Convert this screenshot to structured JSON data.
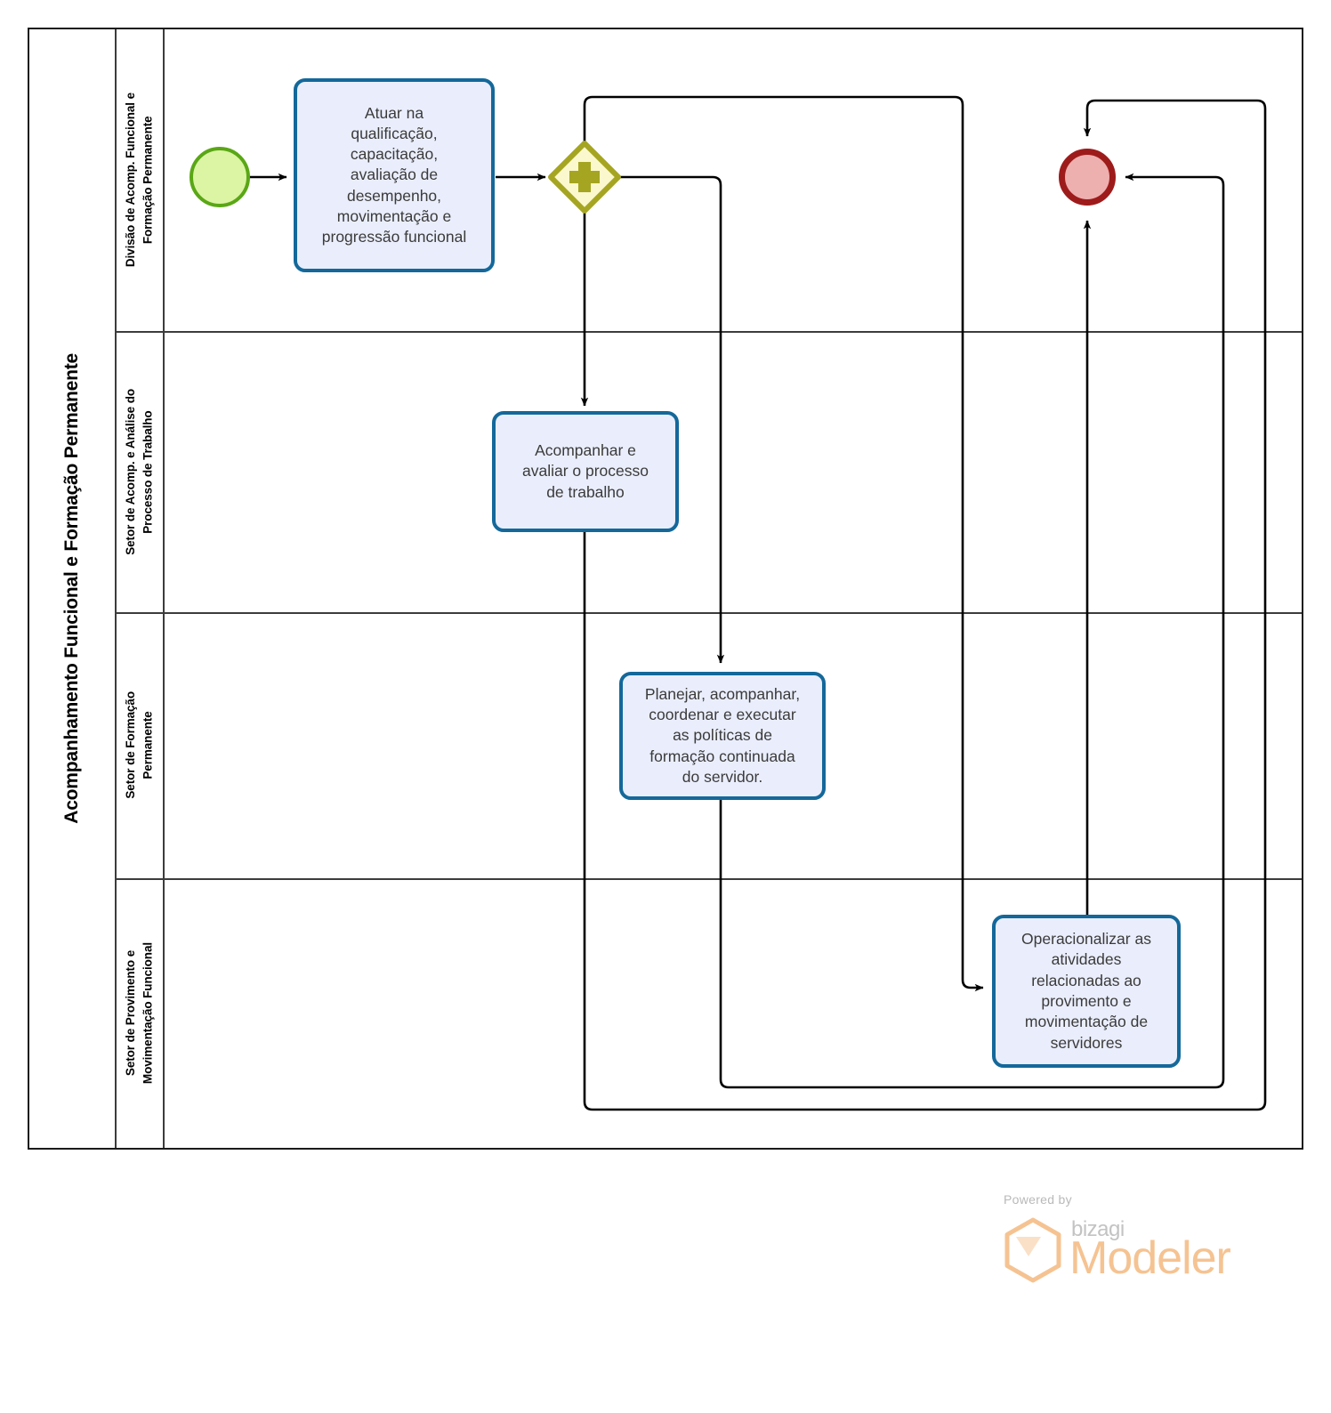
{
  "pool": {
    "title": "Acompanhamento Funcional e Formação Permanente"
  },
  "lanes": [
    {
      "id": "lane-divisao",
      "label": "Divisão de Acomp. Funcional e\nFormação Permanente"
    },
    {
      "id": "lane-setor-acomp",
      "label": "Setor de Acomp. e Análise do\nProcesso de Trabalho"
    },
    {
      "id": "lane-formacao",
      "label": "Setor de Formação\nPermanente"
    },
    {
      "id": "lane-provimento",
      "label": "Setor de Provimento e\nMovimentação Funcional"
    }
  ],
  "events": {
    "start": {
      "name": "start-event",
      "fill": "#dbf5a4",
      "stroke": "#5aa716"
    },
    "end": {
      "name": "end-event",
      "fill": "#eeafaf",
      "stroke": "#9e1b1b"
    }
  },
  "gateway": {
    "name": "parallel-gateway",
    "type": "parallel",
    "symbol": "+",
    "fill": "#fbf8cd",
    "stroke": "#a5a522"
  },
  "tasks": [
    {
      "id": "task-atuar",
      "lane": "lane-divisao",
      "label": "Atuar na\nqualificação,\ncapacitação,\navaliação de\ndesempenho,\nmovimentação e\nprogressão funcional"
    },
    {
      "id": "task-acompanhar",
      "lane": "lane-setor-acomp",
      "label": "Acompanhar e\navaliar o processo\nde trabalho"
    },
    {
      "id": "task-planejar",
      "lane": "lane-formacao",
      "label": "Planejar, acompanhar,\ncoordenar e executar\nas políticas de\nformação continuada\ndo servidor."
    },
    {
      "id": "task-operacionalizar",
      "lane": "lane-provimento",
      "label": "Operacionalizar as\natividades\nrelacionadas ao\nprovimento e\nmovimentação de\nservidores"
    }
  ],
  "logo": {
    "powered_by": "Powered by",
    "brand": "bizagi",
    "product": "Modeler",
    "accent": "#f5c392"
  },
  "colors": {
    "task_fill": "#eaeefc",
    "task_stroke": "#14689a",
    "pool_stroke": "#1a1a1a",
    "lane_stroke": "#3c3c3c",
    "flow_stroke": "#000000"
  }
}
